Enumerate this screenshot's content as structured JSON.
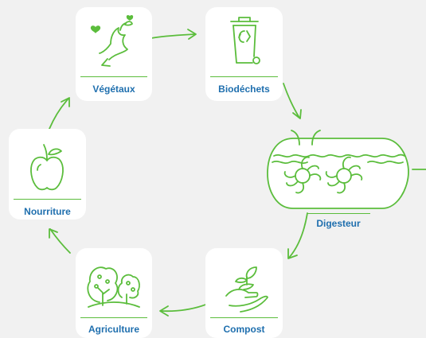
{
  "nodes": [
    {
      "id": "vegetaux",
      "label": "Végétaux",
      "icon": "apple-core-icon"
    },
    {
      "id": "biodechets",
      "label": "Biodéchets",
      "icon": "compost-bin-icon"
    },
    {
      "id": "digesteur",
      "label": "Digesteur",
      "icon": "digester-tank-icon"
    },
    {
      "id": "compost",
      "label": "Compost",
      "icon": "sprout-in-hand-icon"
    },
    {
      "id": "agriculture",
      "label": "Agriculture",
      "icon": "trees-icon"
    },
    {
      "id": "nourriture",
      "label": "Nourriture",
      "icon": "apple-icon"
    }
  ],
  "cycle": [
    "vegetaux",
    "biodechets",
    "digesteur",
    "compost",
    "agriculture",
    "nourriture",
    "vegetaux"
  ],
  "colors": {
    "accent": "#5bbd3c",
    "label": "#1f6fae",
    "background": "#f1f1f1",
    "card": "#ffffff"
  }
}
